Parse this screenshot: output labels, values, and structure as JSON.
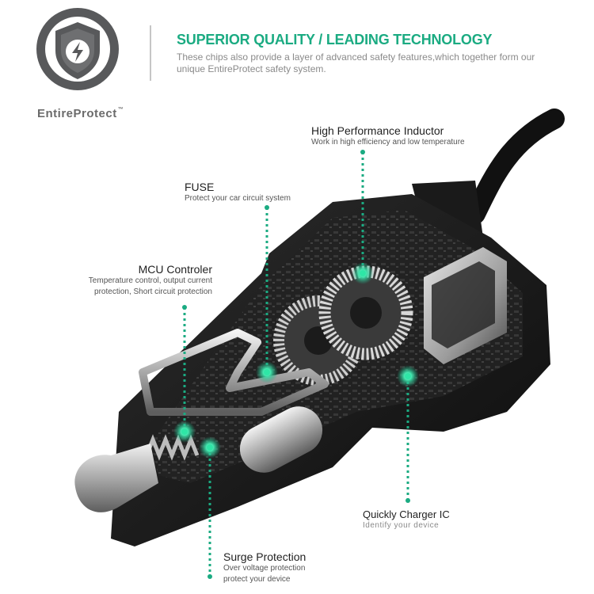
{
  "brand": {
    "name": "EntireProtect",
    "trademark": "™",
    "shield_icon": "shield-bolt-icon",
    "badge_color": "#58595b",
    "accent_color": "#1bab82"
  },
  "header": {
    "title": "SUPERIOR QUALITY / LEADING TECHNOLOGY",
    "description": "These chips also provide a layer of advanced safety features,which together form our unique EntireProtect safety system."
  },
  "callouts": {
    "inductor": {
      "title": "High Performance Inductor",
      "desc": "Work in high efficiency and low temperature"
    },
    "fuse": {
      "title": "FUSE",
      "desc": "Protect your car circuit system"
    },
    "mcu": {
      "title": "MCU Controler",
      "desc_line1": "Temperature control, output current",
      "desc_line2": "protection, Short circuit protection"
    },
    "charger_ic": {
      "title": "Quickly Charger IC",
      "desc": "Identify your device"
    },
    "surge": {
      "title": "Surge Protection",
      "desc_line1": "Over voltage protection",
      "desc_line2": "protect your device"
    }
  }
}
